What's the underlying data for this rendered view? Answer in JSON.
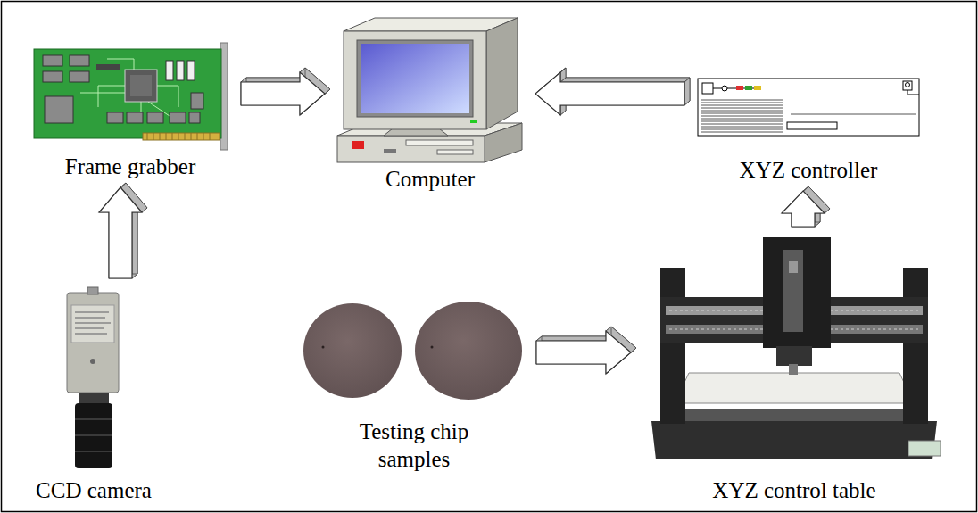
{
  "diagram": {
    "nodes": [
      {
        "text": [
          "Frame grabber"
        ]
      },
      {
        "text": [
          "Computer"
        ]
      },
      {
        "text": [
          "XYZ controller"
        ]
      },
      {
        "text": [
          "CCD camera"
        ]
      },
      {
        "text": [
          "Testing chip samples"
        ]
      },
      {
        "text": [
          "XYZ control table"
        ]
      }
    ],
    "edges": [
      {
        "from": 3,
        "to": 0,
        "arrow": "to"
      },
      {
        "from": 0,
        "to": 1,
        "arrow": "to"
      },
      {
        "from": 2,
        "to": 1,
        "arrow": "to"
      },
      {
        "from": 5,
        "to": 2,
        "arrow": "to"
      },
      {
        "from": 4,
        "to": 5,
        "arrow": "to"
      }
    ]
  }
}
